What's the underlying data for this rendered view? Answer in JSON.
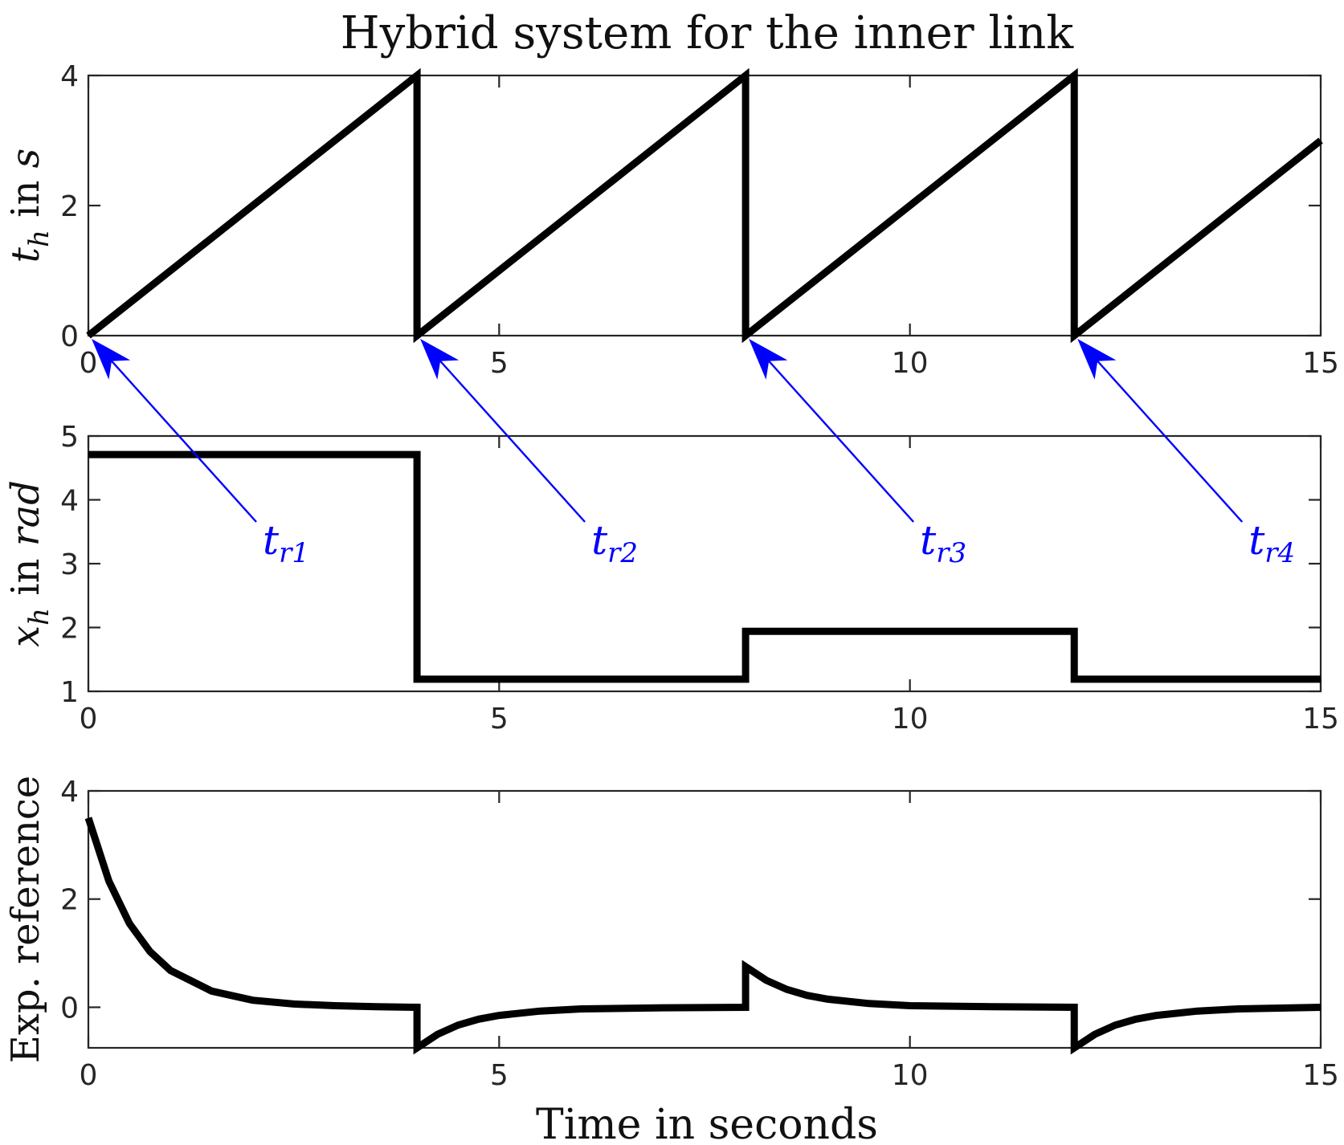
{
  "title": "Hybrid system for the inner link",
  "xlabel": "Time in seconds",
  "colors": {
    "series": "#000000",
    "annotation": "#0000ff",
    "axes": "#262626"
  },
  "chart_data": [
    {
      "type": "line",
      "ylabel": {
        "main": "t",
        "sub": "h",
        "suffix": " in ",
        "unit": "s"
      },
      "xlim": [
        0,
        15
      ],
      "ylim": [
        0,
        4
      ],
      "xticks": [
        0,
        5,
        10,
        15
      ],
      "yticks": [
        0,
        2,
        4
      ],
      "grid": false,
      "series": [
        {
          "x": [
            0,
            4,
            4,
            8,
            8,
            12,
            12,
            15
          ],
          "y": [
            0,
            4,
            0,
            4,
            0,
            4,
            0,
            3
          ]
        }
      ]
    },
    {
      "type": "line",
      "ylabel": {
        "main": "x",
        "sub": "h",
        "suffix": " in ",
        "unit": "rad"
      },
      "xlim": [
        0,
        15
      ],
      "ylim": [
        1,
        5
      ],
      "xticks": [
        0,
        5,
        10,
        15
      ],
      "yticks": [
        1,
        2,
        3,
        4,
        5
      ],
      "grid": false,
      "series": [
        {
          "x": [
            0,
            4,
            4,
            8,
            8,
            12,
            12,
            15
          ],
          "y": [
            4.71,
            4.71,
            1.19,
            1.19,
            1.94,
            1.94,
            1.19,
            1.19
          ]
        }
      ]
    },
    {
      "type": "line",
      "ylabel": {
        "main": "Exp. reference"
      },
      "xlim": [
        0,
        15
      ],
      "ylim": [
        -0.75,
        4
      ],
      "xticks": [
        0,
        5,
        10,
        15
      ],
      "yticks": [
        0,
        2,
        4
      ],
      "grid": false,
      "series": [
        {
          "x": [
            0,
            0.25,
            0.5,
            0.75,
            1,
            1.5,
            2,
            2.5,
            3,
            3.5,
            4,
            4,
            4.25,
            4.5,
            4.75,
            5,
            5.5,
            6,
            7,
            8,
            8,
            8.25,
            8.5,
            8.75,
            9,
            9.5,
            10,
            11,
            12,
            12,
            12.25,
            12.5,
            12.75,
            13,
            13.5,
            14,
            15
          ],
          "y": [
            3.5,
            2.33,
            1.55,
            1.03,
            0.68,
            0.3,
            0.13,
            0.06,
            0.03,
            0.01,
            0.0,
            -0.75,
            -0.5,
            -0.33,
            -0.22,
            -0.15,
            -0.07,
            -0.03,
            -0.01,
            0.0,
            0.75,
            0.5,
            0.33,
            0.22,
            0.15,
            0.07,
            0.03,
            0.01,
            0.0,
            -0.75,
            -0.5,
            -0.33,
            -0.22,
            -0.15,
            -0.07,
            -0.03,
            0.0
          ]
        }
      ]
    }
  ],
  "annotations": [
    {
      "main": "t",
      "sub": "r1",
      "target_x": 0
    },
    {
      "main": "t",
      "sub": "r2",
      "target_x": 4
    },
    {
      "main": "t",
      "sub": "r3",
      "target_x": 8
    },
    {
      "main": "t",
      "sub": "r4",
      "target_x": 12
    }
  ]
}
